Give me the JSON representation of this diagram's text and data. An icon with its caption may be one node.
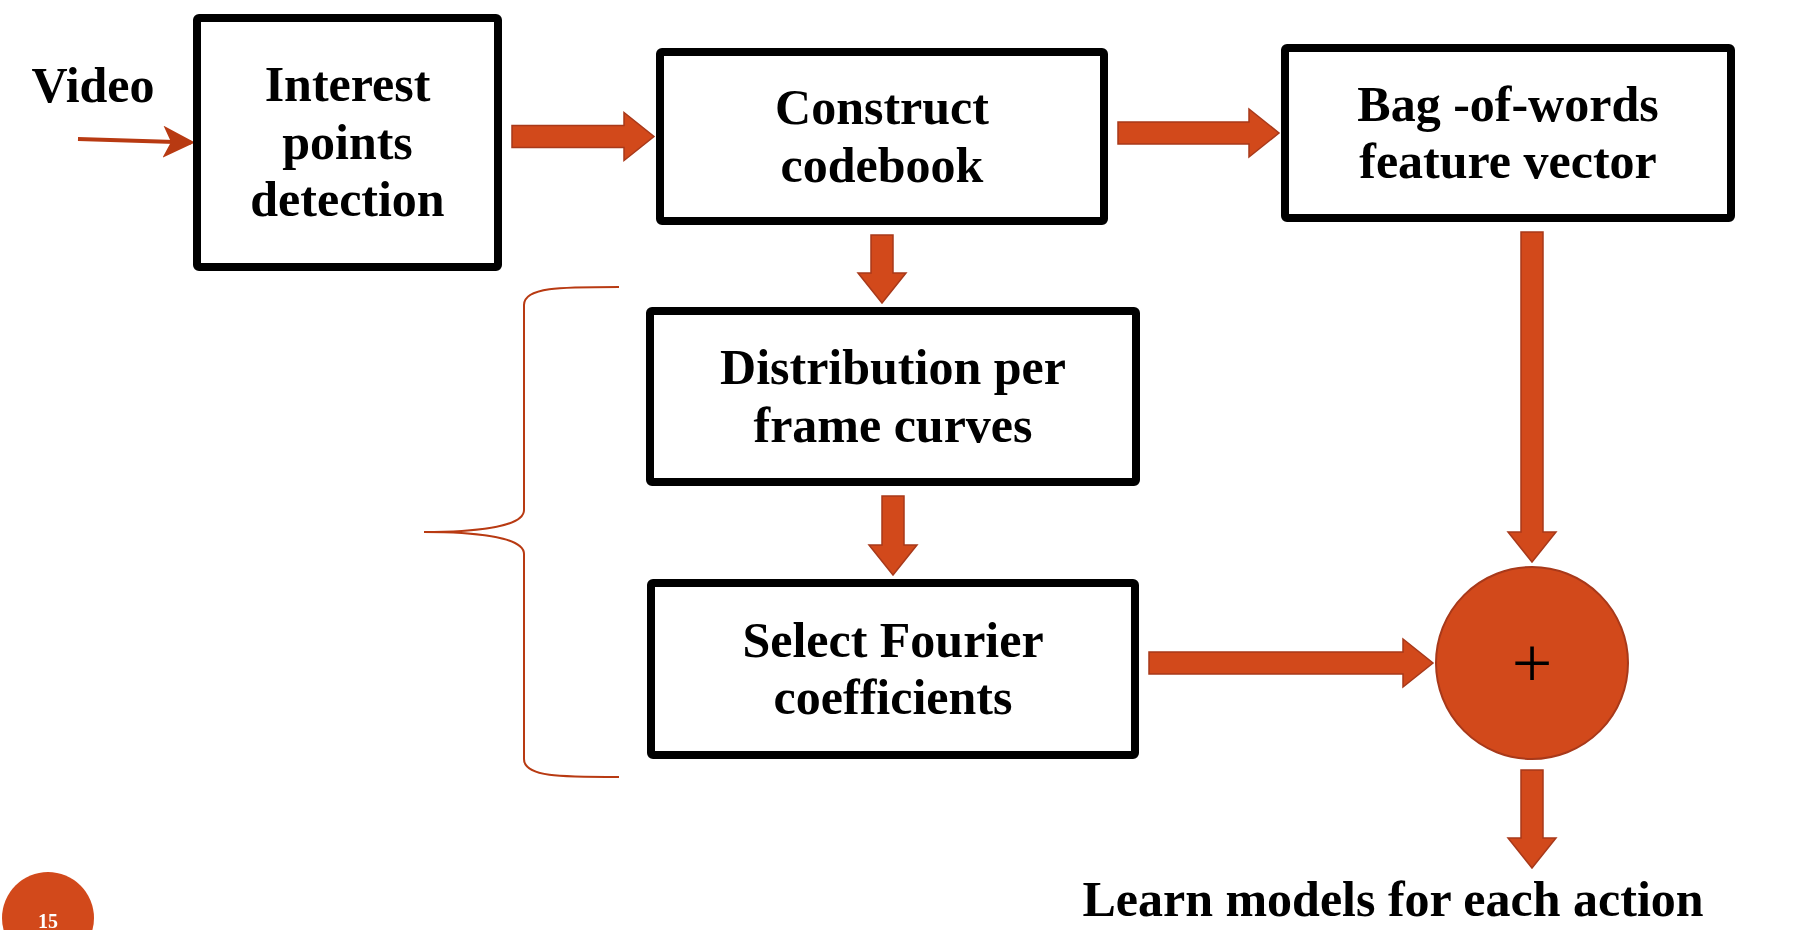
{
  "diagram": {
    "nodes": [
      {
        "text": [
          "Video"
        ]
      },
      {
        "text": [
          "Interest points detection"
        ]
      },
      {
        "text": [
          "Construct codebook"
        ]
      },
      {
        "text": [
          "Bag -of-words feature vector"
        ]
      },
      {
        "text": [
          "Distribution per frame curves"
        ]
      },
      {
        "text": [
          "Select Fourier coefficients"
        ]
      },
      {
        "text": [
          "+"
        ]
      },
      {
        "text": [
          "Learn models for each action"
        ]
      }
    ],
    "edges": [
      {
        "from": 0,
        "to": 1,
        "arrow": "to"
      },
      {
        "from": 1,
        "to": 2,
        "arrow": "to",
        "style": "thick"
      },
      {
        "from": 2,
        "to": 3,
        "arrow": "to",
        "style": "thick"
      },
      {
        "from": 2,
        "to": 4,
        "arrow": "to",
        "style": "thick"
      },
      {
        "from": 4,
        "to": 5,
        "arrow": "to",
        "style": "thick"
      },
      {
        "from": 3,
        "to": 6,
        "arrow": "to",
        "style": "thick"
      },
      {
        "from": 5,
        "to": 6,
        "arrow": "to",
        "style": "thick"
      },
      {
        "from": 6,
        "to": 7,
        "arrow": "to",
        "style": "thick"
      }
    ],
    "labels": [
      "15"
    ]
  }
}
